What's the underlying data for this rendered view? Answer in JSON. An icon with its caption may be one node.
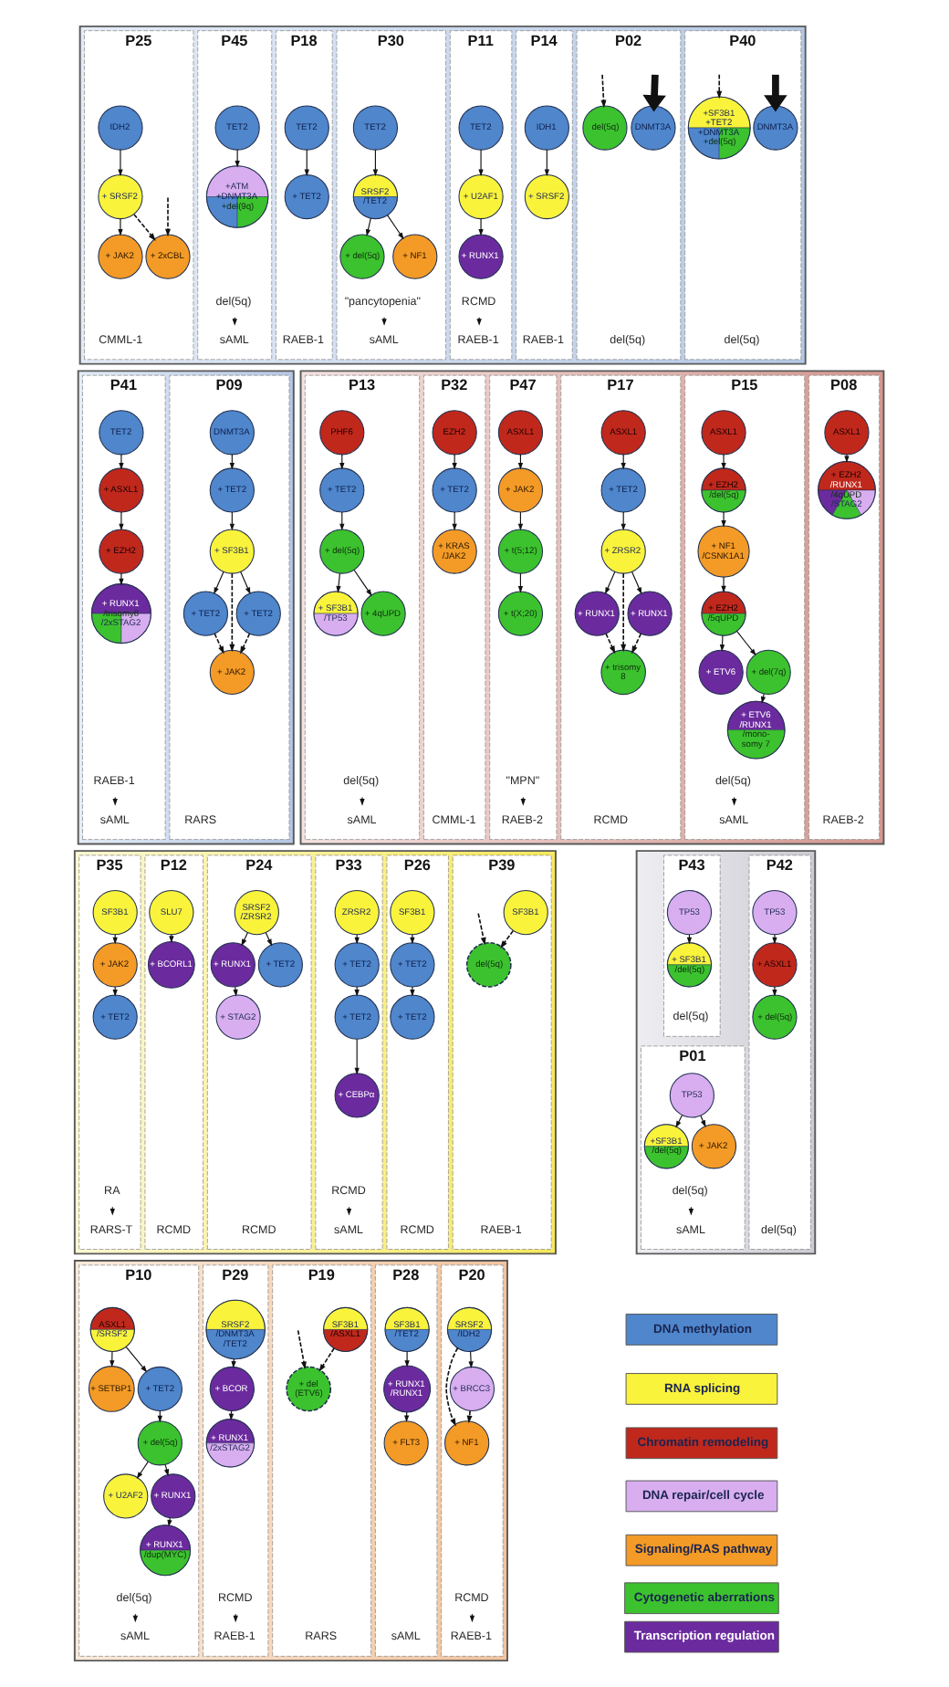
{
  "diagram": {
    "nodes": [
      {
        "text": [],
        "shape": "box"
      },
      {
        "text": [
          "P25"
        ],
        "in": 0,
        "beside": [
          "CMML-1"
        ]
      },
      {
        "text": [
          "IDH2"
        ],
        "in": 1
      },
      {
        "text": [
          "+ SRSF2"
        ],
        "in": 1
      },
      {
        "text": [
          "+ JAK2"
        ],
        "in": 1
      },
      {
        "text": [
          "+ 2xCBL"
        ],
        "in": 1
      },
      {
        "text": [
          "P45"
        ],
        "in": 0
      },
      {
        "text": [
          "TET2"
        ],
        "in": 6
      },
      {
        "text": [
          "+ATM",
          "+DNMT3A",
          "+del(9q)"
        ],
        "in": 6
      },
      {
        "text": [
          "del(5q)"
        ],
        "in": 6
      },
      {
        "text": [
          "sAML"
        ],
        "in": 6
      },
      {
        "text": [
          "P18"
        ],
        "in": 0,
        "beside": [
          "RAEB-1"
        ]
      },
      {
        "text": [
          "TET2"
        ],
        "in": 11
      },
      {
        "text": [
          "+ TET2"
        ],
        "in": 11
      },
      {
        "text": [
          "P30"
        ],
        "in": 0
      },
      {
        "text": [
          "TET2"
        ],
        "in": 14
      },
      {
        "text": [
          "SRSF2",
          "/TET2"
        ],
        "in": 14
      },
      {
        "text": [
          "+ NF1"
        ],
        "in": 14
      },
      {
        "text": [
          "+ del(5q)"
        ],
        "in": 14
      },
      {
        "text": [
          "\"pancytopenia\""
        ],
        "in": 14
      },
      {
        "text": [
          "sAML"
        ],
        "in": 14
      },
      {
        "text": [
          "P11"
        ],
        "in": 0
      },
      {
        "text": [
          "TET2"
        ],
        "in": 21
      },
      {
        "text": [
          "+ U2AF1"
        ],
        "in": 21
      },
      {
        "text": [
          "+ RUNX1"
        ],
        "in": 21
      },
      {
        "text": [
          "RCMD"
        ],
        "in": 21
      },
      {
        "text": [
          "RAEB-1"
        ],
        "in": 21
      },
      {
        "text": [
          "P14"
        ],
        "in": 0,
        "beside": [
          "RAEB-1"
        ]
      },
      {
        "text": [
          "IDH1"
        ],
        "in": 27
      },
      {
        "text": [
          "+ SRSF2"
        ],
        "in": 27
      },
      {
        "text": [
          "P02"
        ],
        "in": 0,
        "beside": [
          "del(5q)"
        ]
      },
      {
        "text": [
          "del(5q)"
        ],
        "in": 30
      },
      {
        "text": [
          "DNMT3A"
        ],
        "in": 30
      },
      {
        "text": [
          "P40"
        ],
        "in": 0,
        "beside": [
          "del(5q)"
        ]
      },
      {
        "text": [
          "+SF3B1",
          "+TET2 +DNMT3A",
          "+del(5q)"
        ],
        "in": 33
      },
      {
        "text": [
          "DNMT3A"
        ],
        "in": 33
      },
      {
        "text": [],
        "shape": "box"
      },
      {
        "text": [
          "P41"
        ],
        "in": 36
      },
      {
        "text": [
          "TET2"
        ],
        "in": 37
      },
      {
        "text": [
          "+ ASXL1"
        ],
        "in": 37
      },
      {
        "text": [
          "+ EZH2"
        ],
        "in": 37
      },
      {
        "text": [
          "+ RUNX1",
          "/trisomy8",
          "/2xSTAG2"
        ],
        "in": 37
      },
      {
        "text": [
          "RAEB-1"
        ],
        "in": 37
      },
      {
        "text": [
          "sAML"
        ],
        "in": 37
      },
      {
        "text": [
          "P09"
        ],
        "in": 36,
        "beside": [
          "RARS"
        ]
      },
      {
        "text": [
          "DNMT3A"
        ],
        "in": 44
      },
      {
        "text": [
          "+ TET2"
        ],
        "in": 44
      },
      {
        "text": [
          "+ SF3B1"
        ],
        "in": 44
      },
      {
        "text": [
          "+ TET2"
        ],
        "in": 44
      },
      {
        "text": [
          "+ TET2"
        ],
        "in": 44
      },
      {
        "text": [
          "+ JAK2"
        ],
        "in": 44
      },
      {
        "text": [],
        "shape": "box"
      },
      {
        "text": [
          "P13"
        ],
        "in": 51
      },
      {
        "text": [
          "PHF6"
        ],
        "in": 52
      },
      {
        "text": [
          "+ TET2"
        ],
        "in": 52
      },
      {
        "text": [
          "+ del(5q)"
        ],
        "in": 52
      },
      {
        "text": [
          "+ SF3B1",
          "/TP53"
        ],
        "in": 52
      },
      {
        "text": [
          "+ 4qUPD"
        ],
        "in": 52
      },
      {
        "text": [
          "del(5q)"
        ],
        "in": 52
      },
      {
        "text": [
          "sAML"
        ],
        "in": 52
      },
      {
        "text": [
          "P32"
        ],
        "in": 51,
        "beside": [
          "CMML-1"
        ]
      },
      {
        "text": [
          "EZH2"
        ],
        "in": 60
      },
      {
        "text": [
          "+ TET2"
        ],
        "in": 60
      },
      {
        "text": [
          "+ KRAS /JAK2"
        ],
        "in": 60
      },
      {
        "text": [
          "P47"
        ],
        "in": 51
      },
      {
        "text": [
          "ASXL1"
        ],
        "in": 64
      },
      {
        "text": [
          "+ JAK2"
        ],
        "in": 64
      },
      {
        "text": [
          "+ t(5;12)"
        ],
        "in": 64
      },
      {
        "text": [
          "+ t(X;20)"
        ],
        "in": 64
      },
      {
        "text": [
          "\"MPN\""
        ],
        "in": 64
      },
      {
        "text": [
          "RAEB-2"
        ],
        "in": 64
      },
      {
        "text": [
          "P17"
        ],
        "in": 51,
        "beside": [
          "RCMD"
        ]
      },
      {
        "text": [
          "ASXL1"
        ],
        "in": 71
      },
      {
        "text": [
          "+ TET2"
        ],
        "in": 71
      },
      {
        "text": [
          "+ ZRSR2"
        ],
        "in": 71
      },
      {
        "text": [
          "+ RUNX1"
        ],
        "in": 71
      },
      {
        "text": [
          "+ RUNX1"
        ],
        "in": 71
      },
      {
        "text": [
          "+ trisomy 8"
        ],
        "in": 71
      },
      {
        "text": [
          "P15"
        ],
        "in": 51
      },
      {
        "text": [
          "ASXL1"
        ],
        "in": 78
      },
      {
        "text": [
          "+ EZH2",
          "/del(5q)"
        ],
        "in": 78
      },
      {
        "text": [
          "+ NF1 /CSNK1A1"
        ],
        "in": 78
      },
      {
        "text": [
          "+ EZH2",
          "/5qUPD"
        ],
        "in": 78
      },
      {
        "text": [
          "+ ETV6"
        ],
        "in": 78
      },
      {
        "text": [
          "+ del(7q)"
        ],
        "in": 78
      },
      {
        "text": [
          "+ ETV6 /RUNX1",
          "/mono- somy 7"
        ],
        "in": 78
      },
      {
        "text": [
          "del(5q)"
        ],
        "in": 78
      },
      {
        "text": [
          "sAML"
        ],
        "in": 78
      },
      {
        "text": [
          "P08"
        ],
        "in": 51,
        "beside": [
          "RAEB-2"
        ]
      },
      {
        "text": [
          "ASXL1"
        ],
        "in": 88
      },
      {
        "text": [
          "+ EZH2",
          "/RUNX1",
          "/4qUPD",
          "/STAG2"
        ],
        "in": 88
      },
      {
        "text": [],
        "shape": "box"
      },
      {
        "text": [
          "P35"
        ],
        "in": 91
      },
      {
        "text": [
          "SF3B1"
        ],
        "in": 92
      },
      {
        "text": [
          "+ JAK2"
        ],
        "in": 92
      },
      {
        "text": [
          "+ TET2"
        ],
        "in": 92
      },
      {
        "text": [
          "RA"
        ],
        "in": 92
      },
      {
        "text": [
          "RARS-T"
        ],
        "in": 92
      },
      {
        "text": [
          "P12"
        ],
        "in": 91,
        "beside": [
          "RCMD"
        ]
      },
      {
        "text": [
          "SLU7"
        ],
        "in": 98
      },
      {
        "text": [
          "+ BCORL1"
        ],
        "in": 98
      },
      {
        "text": [
          "P24"
        ],
        "in": 91,
        "beside": [
          "RCMD"
        ]
      },
      {
        "text": [
          "SRSF2 /ZRSR2"
        ],
        "in": 101
      },
      {
        "text": [
          "+ RUNX1"
        ],
        "in": 101
      },
      {
        "text": [
          "+ TET2"
        ],
        "in": 101
      },
      {
        "text": [
          "+ STAG2"
        ],
        "in": 101
      },
      {
        "text": [
          "P33"
        ],
        "in": 91
      },
      {
        "text": [
          "ZRSR2"
        ],
        "in": 106
      },
      {
        "text": [
          "+ TET2"
        ],
        "in": 106
      },
      {
        "text": [
          "+ TET2"
        ],
        "in": 106
      },
      {
        "text": [
          "+ CEBPα"
        ],
        "in": 106
      },
      {
        "text": [
          "RCMD"
        ],
        "in": 106
      },
      {
        "text": [
          "sAML"
        ],
        "in": 106
      },
      {
        "text": [
          "P26"
        ],
        "in": 91,
        "beside": [
          "RCMD"
        ]
      },
      {
        "text": [
          "SF3B1"
        ],
        "in": 113
      },
      {
        "text": [
          "+ TET2"
        ],
        "in": 113
      },
      {
        "text": [
          "+ TET2"
        ],
        "in": 113
      },
      {
        "text": [
          "P39"
        ],
        "in": 91,
        "beside": [
          "RAEB-1"
        ]
      },
      {
        "text": [
          "SF3B1"
        ],
        "in": 117
      },
      {
        "text": [
          "del(5q)"
        ],
        "in": 117
      },
      {
        "text": [],
        "shape": "box"
      },
      {
        "text": [
          "P43"
        ],
        "in": 120,
        "beside": [
          "del(5q)"
        ]
      },
      {
        "text": [
          "TP53"
        ],
        "in": 121
      },
      {
        "text": [
          "+ SF3B1",
          "/del(5q)"
        ],
        "in": 121
      },
      {
        "text": [
          "P01"
        ],
        "in": 120
      },
      {
        "text": [
          "TP53"
        ],
        "in": 124
      },
      {
        "text": [
          "+SF3B1",
          "/del(5q)"
        ],
        "in": 124
      },
      {
        "text": [
          "+ JAK2"
        ],
        "in": 124
      },
      {
        "text": [
          "del(5q)"
        ],
        "in": 124
      },
      {
        "text": [
          "sAML"
        ],
        "in": 124
      },
      {
        "text": [
          "P42"
        ],
        "in": 120,
        "beside": [
          "del(5q)"
        ]
      },
      {
        "text": [
          "TP53"
        ],
        "in": 130
      },
      {
        "text": [
          "+ ASXL1"
        ],
        "in": 130
      },
      {
        "text": [
          "+ del(5q)"
        ],
        "in": 130
      },
      {
        "text": [],
        "shape": "box"
      },
      {
        "text": [
          "P10"
        ],
        "in": 134
      },
      {
        "text": [
          "ASXL1",
          "/SRSF2"
        ],
        "in": 135
      },
      {
        "text": [
          "+ SETBP1"
        ],
        "in": 135
      },
      {
        "text": [
          "+ TET2"
        ],
        "in": 135
      },
      {
        "text": [
          "+ del(5q)"
        ],
        "in": 135
      },
      {
        "text": [
          "+ U2AF2"
        ],
        "in": 135
      },
      {
        "text": [
          "+ RUNX1"
        ],
        "in": 135
      },
      {
        "text": [
          "+ RUNX1",
          "/dup(MYC)"
        ],
        "in": 135
      },
      {
        "text": [
          "del(5q)"
        ],
        "in": 135
      },
      {
        "text": [
          "sAML"
        ],
        "in": 135
      },
      {
        "text": [
          "P29"
        ],
        "in": 134
      },
      {
        "text": [
          "SRSF2",
          "/DNMT3A /TET2"
        ],
        "in": 145
      },
      {
        "text": [
          "+ BCOR"
        ],
        "in": 145
      },
      {
        "text": [
          "+ RUNX1",
          "/2xSTAG2"
        ],
        "in": 145
      },
      {
        "text": [
          "RCMD"
        ],
        "in": 145
      },
      {
        "text": [
          "RAEB-1"
        ],
        "in": 145
      },
      {
        "text": [
          "P19"
        ],
        "in": 134,
        "beside": [
          "RARS"
        ]
      },
      {
        "text": [
          "SF3B1",
          "/ASXL1"
        ],
        "in": 151
      },
      {
        "text": [
          "+ del (ETV6)"
        ],
        "in": 151
      },
      {
        "text": [
          "P28"
        ],
        "in": 134,
        "beside": [
          "sAML"
        ]
      },
      {
        "text": [
          "SF3B1",
          "/TET2"
        ],
        "in": 154
      },
      {
        "text": [
          "+ RUNX1 /RUNX1"
        ],
        "in": 154
      },
      {
        "text": [
          "+ FLT3"
        ],
        "in": 154
      },
      {
        "text": [
          "P20"
        ],
        "in": 134
      },
      {
        "text": [
          "SRSF2",
          "/IDH2"
        ],
        "in": 158
      },
      {
        "text": [
          "+ BRCC3"
        ],
        "in": 158
      },
      {
        "text": [
          "+ NF1"
        ],
        "in": 158
      },
      {
        "text": [
          "RCMD"
        ],
        "in": 158
      },
      {
        "text": [
          "RAEB-1"
        ],
        "in": 158
      }
    ],
    "edges": [
      {
        "from": 2,
        "to": 3,
        "arrow": "to"
      },
      {
        "from": 3,
        "to": 4,
        "arrow": "to"
      },
      {
        "from": 3,
        "to": 5,
        "arrow": "to",
        "style": "dashed"
      },
      {
        "from": null,
        "to": 5,
        "arrow": "to",
        "style": "dashed"
      },
      {
        "from": 7,
        "to": 8,
        "arrow": "to"
      },
      {
        "from": 9,
        "to": 10,
        "arrow": "to"
      },
      {
        "from": 12,
        "to": 13,
        "arrow": "to"
      },
      {
        "from": 15,
        "to": 16,
        "arrow": "to"
      },
      {
        "from": 16,
        "to": 17,
        "arrow": "to"
      },
      {
        "from": 16,
        "to": 18,
        "arrow": "to"
      },
      {
        "from": 19,
        "to": 20,
        "arrow": "to"
      },
      {
        "from": 22,
        "to": 23,
        "arrow": "to"
      },
      {
        "from": 23,
        "to": 24,
        "arrow": "to"
      },
      {
        "from": 25,
        "to": 26,
        "arrow": "to"
      },
      {
        "from": 28,
        "to": 29,
        "arrow": "to"
      },
      {
        "from": null,
        "to": 31,
        "arrow": "to",
        "style": "dashed"
      },
      {
        "from": null,
        "to": 32,
        "arrow": "to",
        "style": "thick"
      },
      {
        "from": null,
        "to": 34,
        "arrow": "to",
        "style": "dashed"
      },
      {
        "from": null,
        "to": 35,
        "arrow": "to",
        "style": "thick"
      },
      {
        "from": 38,
        "to": 39,
        "arrow": "to"
      },
      {
        "from": 39,
        "to": 40,
        "arrow": "to"
      },
      {
        "from": 40,
        "to": 41,
        "arrow": "to"
      },
      {
        "from": 42,
        "to": 43,
        "arrow": "to"
      },
      {
        "from": 45,
        "to": 46,
        "arrow": "to"
      },
      {
        "from": 46,
        "to": 47,
        "arrow": "to"
      },
      {
        "from": 47,
        "to": 48,
        "arrow": "to"
      },
      {
        "from": 47,
        "to": 49,
        "arrow": "to"
      },
      {
        "from": 48,
        "to": 50,
        "arrow": "to",
        "style": "dashed"
      },
      {
        "from": 47,
        "to": 50,
        "arrow": "to",
        "style": "dashed"
      },
      {
        "from": 49,
        "to": 50,
        "arrow": "to",
        "style": "dashed"
      },
      {
        "from": 53,
        "to": 54,
        "arrow": "to"
      },
      {
        "from": 54,
        "to": 55,
        "arrow": "to"
      },
      {
        "from": 55,
        "to": 56,
        "arrow": "to"
      },
      {
        "from": 55,
        "to": 57,
        "arrow": "to"
      },
      {
        "from": 58,
        "to": 59,
        "arrow": "to"
      },
      {
        "from": 61,
        "to": 62,
        "arrow": "to"
      },
      {
        "from": 62,
        "to": 63,
        "arrow": "to"
      },
      {
        "from": 65,
        "to": 66,
        "arrow": "to"
      },
      {
        "from": 66,
        "to": 67,
        "arrow": "to"
      },
      {
        "from": 67,
        "to": 68,
        "arrow": "to"
      },
      {
        "from": 69,
        "to": 70,
        "arrow": "to"
      },
      {
        "from": 72,
        "to": 73,
        "arrow": "to"
      },
      {
        "from": 73,
        "to": 74,
        "arrow": "to"
      },
      {
        "from": 74,
        "to": 75,
        "arrow": "to"
      },
      {
        "from": 74,
        "to": 76,
        "arrow": "to"
      },
      {
        "from": 75,
        "to": 77,
        "arrow": "to",
        "style": "dashed"
      },
      {
        "from": 74,
        "to": 77,
        "arrow": "to",
        "style": "dashed"
      },
      {
        "from": 76,
        "to": 77,
        "arrow": "to",
        "style": "dashed"
      },
      {
        "from": 79,
        "to": 80,
        "arrow": "to"
      },
      {
        "from": 80,
        "to": 81,
        "arrow": "to"
      },
      {
        "from": 81,
        "to": 82,
        "arrow": "to"
      },
      {
        "from": 82,
        "to": 83,
        "arrow": "to"
      },
      {
        "from": 82,
        "to": 84,
        "arrow": "to"
      },
      {
        "from": 84,
        "to": 85,
        "arrow": "to"
      },
      {
        "from": 86,
        "to": 87,
        "arrow": "to"
      },
      {
        "from": 89,
        "to": 90,
        "arrow": "to"
      },
      {
        "from": 93,
        "to": 94,
        "arrow": "to"
      },
      {
        "from": 94,
        "to": 95,
        "arrow": "to"
      },
      {
        "from": 96,
        "to": 97,
        "arrow": "to"
      },
      {
        "from": 99,
        "to": 100,
        "arrow": "to"
      },
      {
        "from": 102,
        "to": 103,
        "arrow": "to"
      },
      {
        "from": 102,
        "to": 104,
        "arrow": "to"
      },
      {
        "from": 103,
        "to": 105,
        "arrow": "to"
      },
      {
        "from": 107,
        "to": 108,
        "arrow": "to"
      },
      {
        "from": 108,
        "to": 109,
        "arrow": "to"
      },
      {
        "from": 109,
        "to": 110,
        "arrow": "to"
      },
      {
        "from": 111,
        "to": 112,
        "arrow": "to"
      },
      {
        "from": 114,
        "to": 115,
        "arrow": "to"
      },
      {
        "from": 115,
        "to": 116,
        "arrow": "to"
      },
      {
        "from": 118,
        "to": 119,
        "arrow": "to",
        "style": "dashed"
      },
      {
        "from": null,
        "to": 119,
        "arrow": "to",
        "style": "dashed"
      },
      {
        "from": 122,
        "to": 123,
        "arrow": "to"
      },
      {
        "from": 125,
        "to": 126,
        "arrow": "to"
      },
      {
        "from": 125,
        "to": 127,
        "arrow": "to"
      },
      {
        "from": 128,
        "to": 129,
        "arrow": "to"
      },
      {
        "from": 131,
        "to": 132,
        "arrow": "to"
      },
      {
        "from": 132,
        "to": 133,
        "arrow": "to"
      },
      {
        "from": 136,
        "to": 137,
        "arrow": "to"
      },
      {
        "from": 136,
        "to": 138,
        "arrow": "to"
      },
      {
        "from": 138,
        "to": 139,
        "arrow": "to"
      },
      {
        "from": 139,
        "to": 140,
        "arrow": "to"
      },
      {
        "from": 139,
        "to": 141,
        "arrow": "to"
      },
      {
        "from": 141,
        "to": 142,
        "arrow": "to"
      },
      {
        "from": 143,
        "to": 144,
        "arrow": "to"
      },
      {
        "from": 146,
        "to": 147,
        "arrow": "to"
      },
      {
        "from": 147,
        "to": 148,
        "arrow": "to"
      },
      {
        "from": 149,
        "to": 150,
        "arrow": "to"
      },
      {
        "from": 152,
        "to": 153,
        "arrow": "to",
        "style": "dashed"
      },
      {
        "from": null,
        "to": 153,
        "arrow": "to",
        "style": "dashed"
      },
      {
        "from": 155,
        "to": 156,
        "arrow": "to"
      },
      {
        "from": 156,
        "to": 157,
        "arrow": "to"
      },
      {
        "from": 159,
        "to": 160,
        "arrow": "to"
      },
      {
        "from": 159,
        "to": 161,
        "arrow": "to",
        "style": "dashed"
      },
      {
        "from": 160,
        "to": 161,
        "arrow": "to",
        "style": "dashed"
      },
      {
        "from": 162,
        "to": 163,
        "arrow": "to"
      }
    ],
    "legend": [
      {
        "text": "DNA methylation",
        "color": "#4f86cc"
      },
      {
        "text": "RNA splicing",
        "color": "#f9f33b"
      },
      {
        "text": "Chromatin remodeling",
        "color": "#c0281c"
      },
      {
        "text": "DNA repair/cell cycle",
        "color": "#d8aef0"
      },
      {
        "text": "Signaling/RAS pathway",
        "color": "#f39b26"
      },
      {
        "text": "Cytogenetic aberrations",
        "color": "#3cc22e"
      },
      {
        "text": "Transcription regulation",
        "color": "#6b2b9e"
      }
    ]
  }
}
